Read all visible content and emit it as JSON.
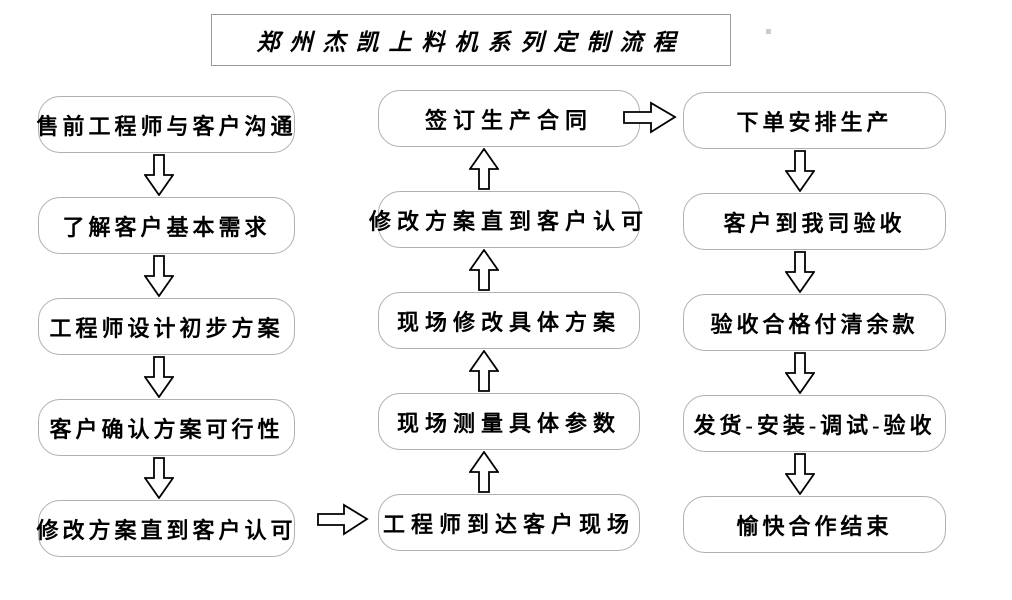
{
  "title": "郑州杰凯上料机系列定制流程",
  "columns": [
    {
      "name": "pre-sales",
      "flow": "down",
      "boxes": [
        "售前工程师与客户沟通",
        "了解客户基本需求",
        "工程师设计初步方案",
        "客户确认方案可行性",
        "修改方案直到客户认可"
      ]
    },
    {
      "name": "on-site",
      "flow": "up",
      "boxes": [
        "签订生产合同",
        "修改方案直到客户认可",
        "现场修改具体方案",
        "现场测量具体参数",
        "工程师到达客户现场"
      ]
    },
    {
      "name": "production-delivery",
      "flow": "down",
      "boxes": [
        "下单安排生产",
        "客户到我司验收",
        "验收合格付清余款",
        "发货-安装-调试-验收",
        "愉快合作结束"
      ]
    }
  ],
  "icons": {
    "down_arrow": "down-block-arrow",
    "up_arrow": "up-block-arrow",
    "right_arrow": "right-block-arrow"
  },
  "colors": {
    "box_border": "#b0b0b0",
    "title_border": "#9a9a9a",
    "arrow_stroke": "#000000",
    "arrow_fill": "#ffffff",
    "text": "#000000",
    "background": "#ffffff"
  }
}
